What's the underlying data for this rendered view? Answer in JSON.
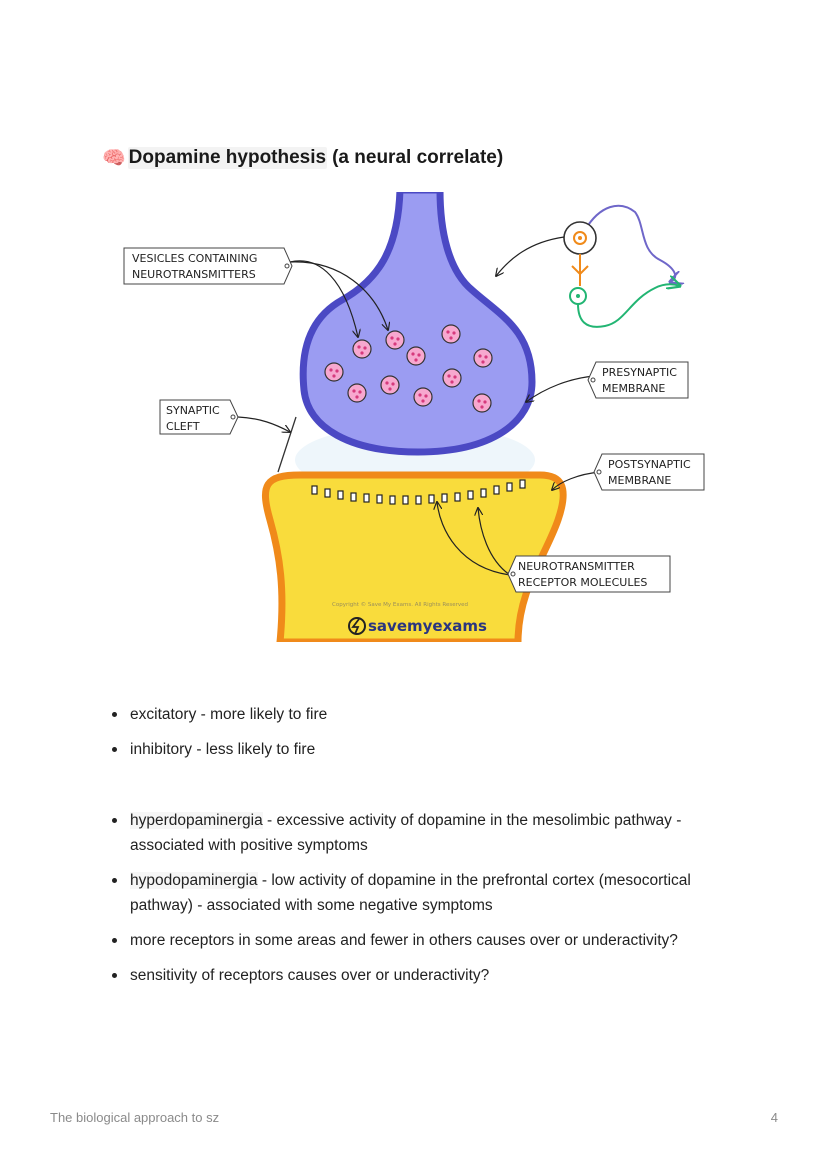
{
  "heading": {
    "highlighted": "Dopamine hypothesis",
    "rest": "(a neural correlate)",
    "icon": "brain-icon"
  },
  "diagram": {
    "labels": {
      "vesicles_line1": "VESICLES   CONTAINING",
      "vesicles_line2": "NEUROTRANSMITTERS",
      "presynaptic_line1": "PRESYNAPTIC",
      "presynaptic_line2": "MEMBRANE",
      "cleft_line1": "SYNAPTIC",
      "cleft_line2": "CLEFT",
      "postsynaptic_line1": "POSTSYNAPTIC",
      "postsynaptic_line2": "MEMBRANE",
      "receptor_line1": "NEUROTRANSMITTER",
      "receptor_line2": "RECEPTOR   MOLECULES"
    },
    "copyright": "Copyright © Save My Exams. All Rights Reserved",
    "watermark": "savemyexams",
    "colors": {
      "presynaptic": "#9b9cf2",
      "presynaptic_border": "#4b49c4",
      "postsynaptic": "#f9dc3c",
      "postsynaptic_border": "#f08a1a",
      "vesicle": "#f7a8cf",
      "vesicle_dot": "#d63a7d"
    }
  },
  "list1": [
    "excitatory - more likely to fire",
    "inhibitory - less likely to fire"
  ],
  "list2": [
    {
      "term": "hyperdopaminergia",
      "text": " - excessive activity of dopamine in the mesolimbic pathway - associated with positive symptoms"
    },
    {
      "term": "hypodopaminergia",
      "text": " - low activity of dopamine in the prefrontal cortex (mesocortical pathway) - associated with some negative symptoms"
    },
    {
      "term": "",
      "text": "more receptors in some areas and fewer in others causes over or underactivity?"
    },
    {
      "term": "",
      "text": "sensitivity of receptors causes over or underactivity?"
    }
  ],
  "footer": {
    "left": "The biological approach to sz",
    "page": "4"
  }
}
